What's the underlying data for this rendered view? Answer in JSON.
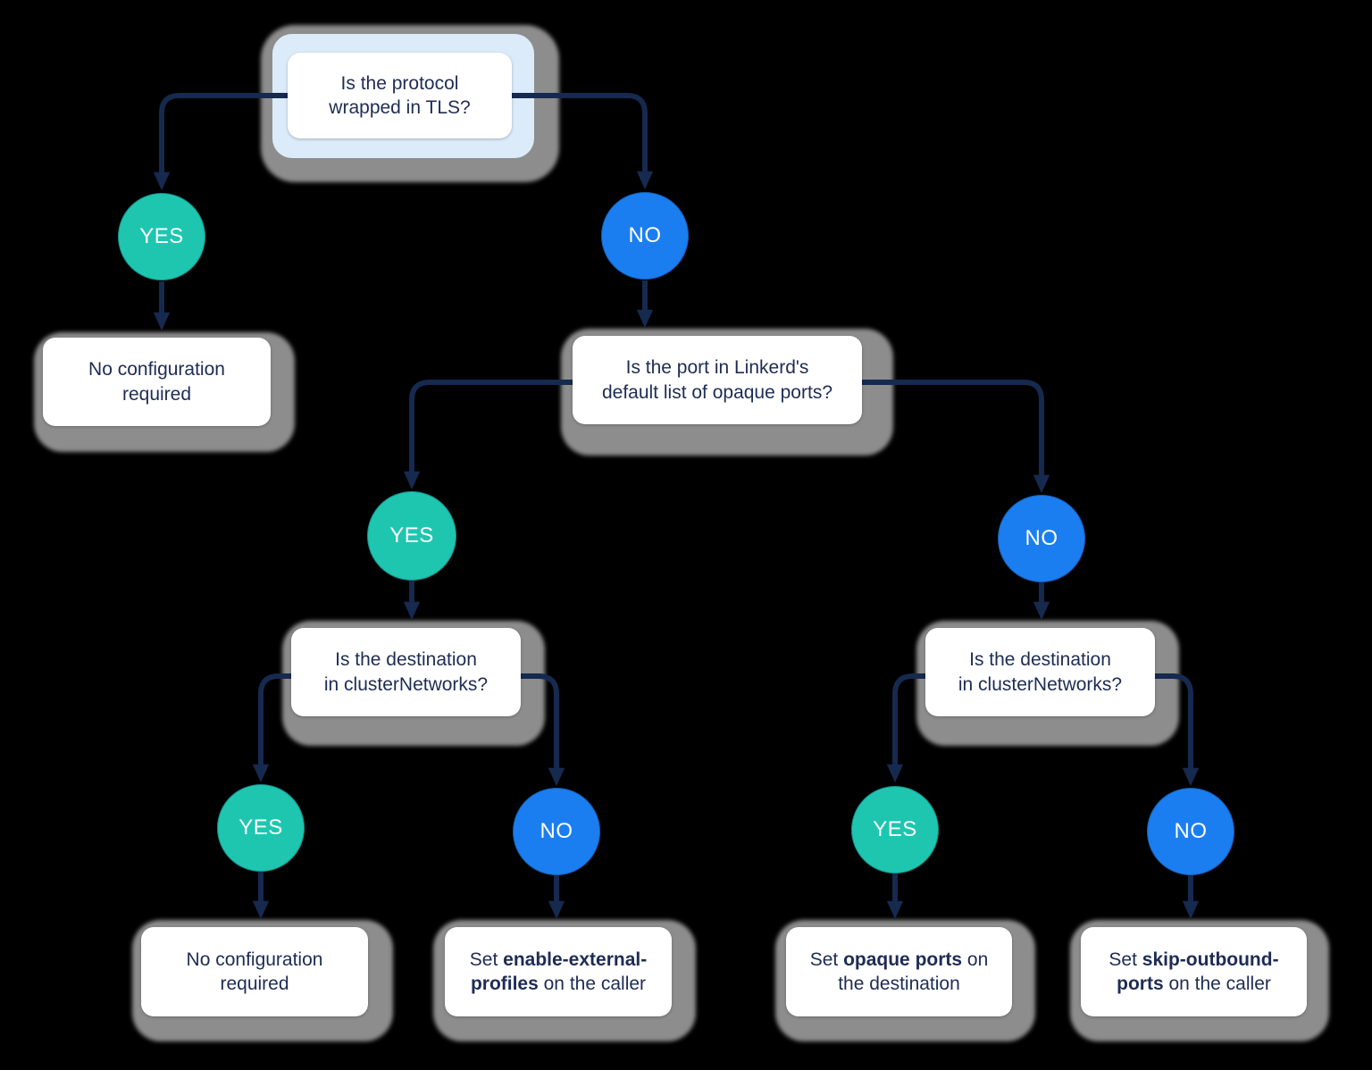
{
  "colors": {
    "background": "#000000",
    "yes": "#1ec6b0",
    "no": "#1b7ef0",
    "line": "#16294f",
    "text": "#1e2c55",
    "highlight": "#dcebfa",
    "shadow": "#8d8d8d",
    "card": "#ffffff"
  },
  "labels": {
    "yes": "YES",
    "no": "NO"
  },
  "nodes": {
    "root_question": {
      "lines": [
        {
          "pre": "Is the protocol"
        },
        {
          "pre": "wrapped in TLS?"
        }
      ]
    },
    "no_config_top": {
      "lines": [
        {
          "pre": "No configuration"
        },
        {
          "pre": "required"
        }
      ]
    },
    "opaque_ports_question": {
      "lines": [
        {
          "pre": "Is the port in Linkerd's"
        },
        {
          "pre": "default list of opaque ports?"
        }
      ]
    },
    "cluster_networks_left": {
      "lines": [
        {
          "pre": "Is the destination"
        },
        {
          "pre": "in clusterNetworks?"
        }
      ]
    },
    "cluster_networks_right": {
      "lines": [
        {
          "pre": "Is the destination"
        },
        {
          "pre": "in clusterNetworks?"
        }
      ]
    },
    "no_config_bottom": {
      "lines": [
        {
          "pre": "No configuration"
        },
        {
          "pre": "required"
        }
      ]
    },
    "enable_external_profiles": {
      "lines": [
        {
          "pre": "Set ",
          "bold": "enable-external-"
        },
        {
          "bold": "profiles",
          "post": " on the caller"
        }
      ]
    },
    "opaque_ports_action": {
      "lines": [
        {
          "pre": "Set ",
          "bold": "opaque ports",
          "post": " on"
        },
        {
          "pre": "the destination"
        }
      ]
    },
    "skip_outbound_ports": {
      "lines": [
        {
          "pre": "Set ",
          "bold": "skip-outbound-"
        },
        {
          "bold": "ports",
          "post": " on the caller"
        }
      ]
    }
  }
}
